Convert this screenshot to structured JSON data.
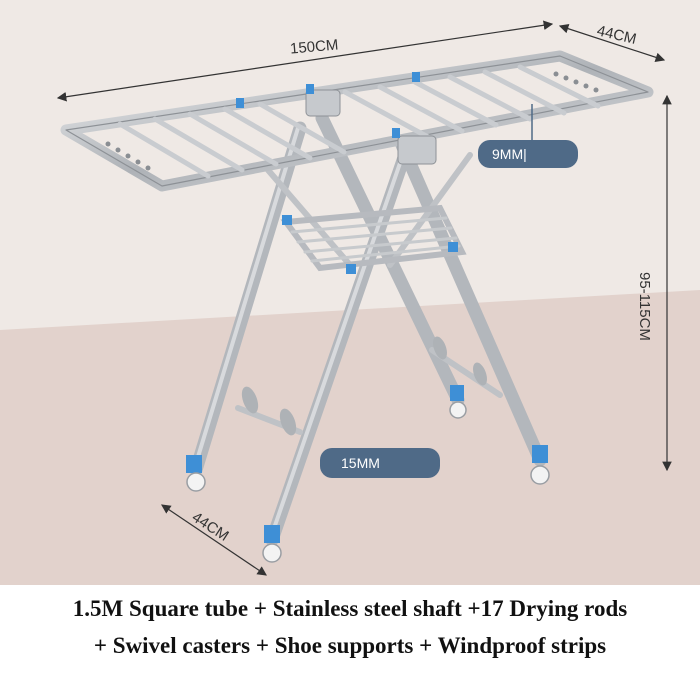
{
  "dimensions": {
    "length": "150CM",
    "depth_top": "44CM",
    "height": "95-115CM",
    "depth_base": "44CM"
  },
  "callouts": {
    "shaft_size": "9MM|",
    "tube_size": "15MM"
  },
  "caption": {
    "line1": "1.5M Square tube + Stainless steel shaft +17 Drying rods",
    "line2": "+ Swivel casters + Shoe supports + Windproof strips"
  },
  "colors": {
    "wall": "#efe9e5",
    "floor": "#e2d2cc",
    "pill": "#4f6a87",
    "accent": "#3e8fd6",
    "steel": "#b9bcc0"
  }
}
